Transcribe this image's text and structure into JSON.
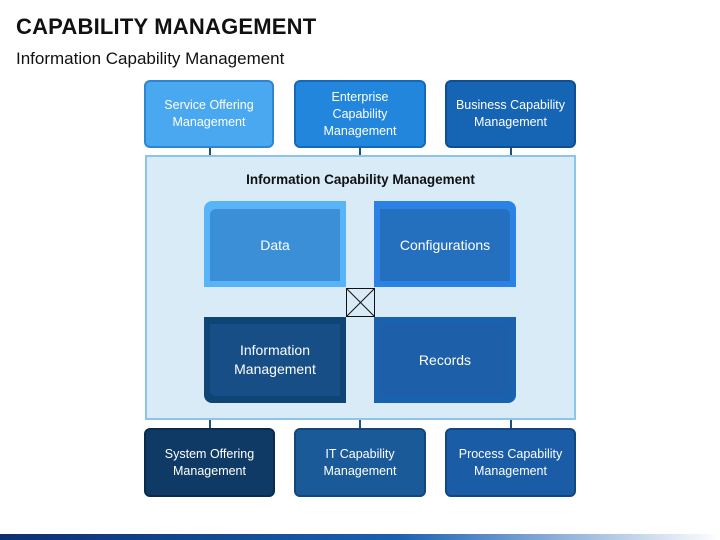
{
  "header": {
    "title": "CAPABILITY MANAGEMENT",
    "subtitle": "Information Capability Management"
  },
  "top_boxes": [
    {
      "label": "Service Offering Management",
      "color": "#4aa8f0"
    },
    {
      "label": "Enterprise Capability Management",
      "color": "#2286dc"
    },
    {
      "label": "Business Capability Management",
      "color": "#1565b4"
    }
  ],
  "center": {
    "title": "Information Capability Management",
    "background": "#d8ebf7",
    "quadrants": [
      {
        "label": "Data",
        "color": "#3a8fd6",
        "accent": "#57b5f7"
      },
      {
        "label": "Configurations",
        "color": "#256fbf",
        "accent": "#2a82e4"
      },
      {
        "label": "Information Management",
        "color": "#174e86",
        "accent": "#0f4575"
      },
      {
        "label": "Records",
        "color": "#1d5fa8",
        "accent": "#1a62ad"
      }
    ],
    "center_icon": "crossed-box-icon"
  },
  "bottom_boxes": [
    {
      "label": "System Offering Management",
      "color": "#0f3a66"
    },
    {
      "label": "IT Capability Management",
      "color": "#1b5a99"
    },
    {
      "label": "Process Capability Management",
      "color": "#1a5ca6"
    }
  ]
}
